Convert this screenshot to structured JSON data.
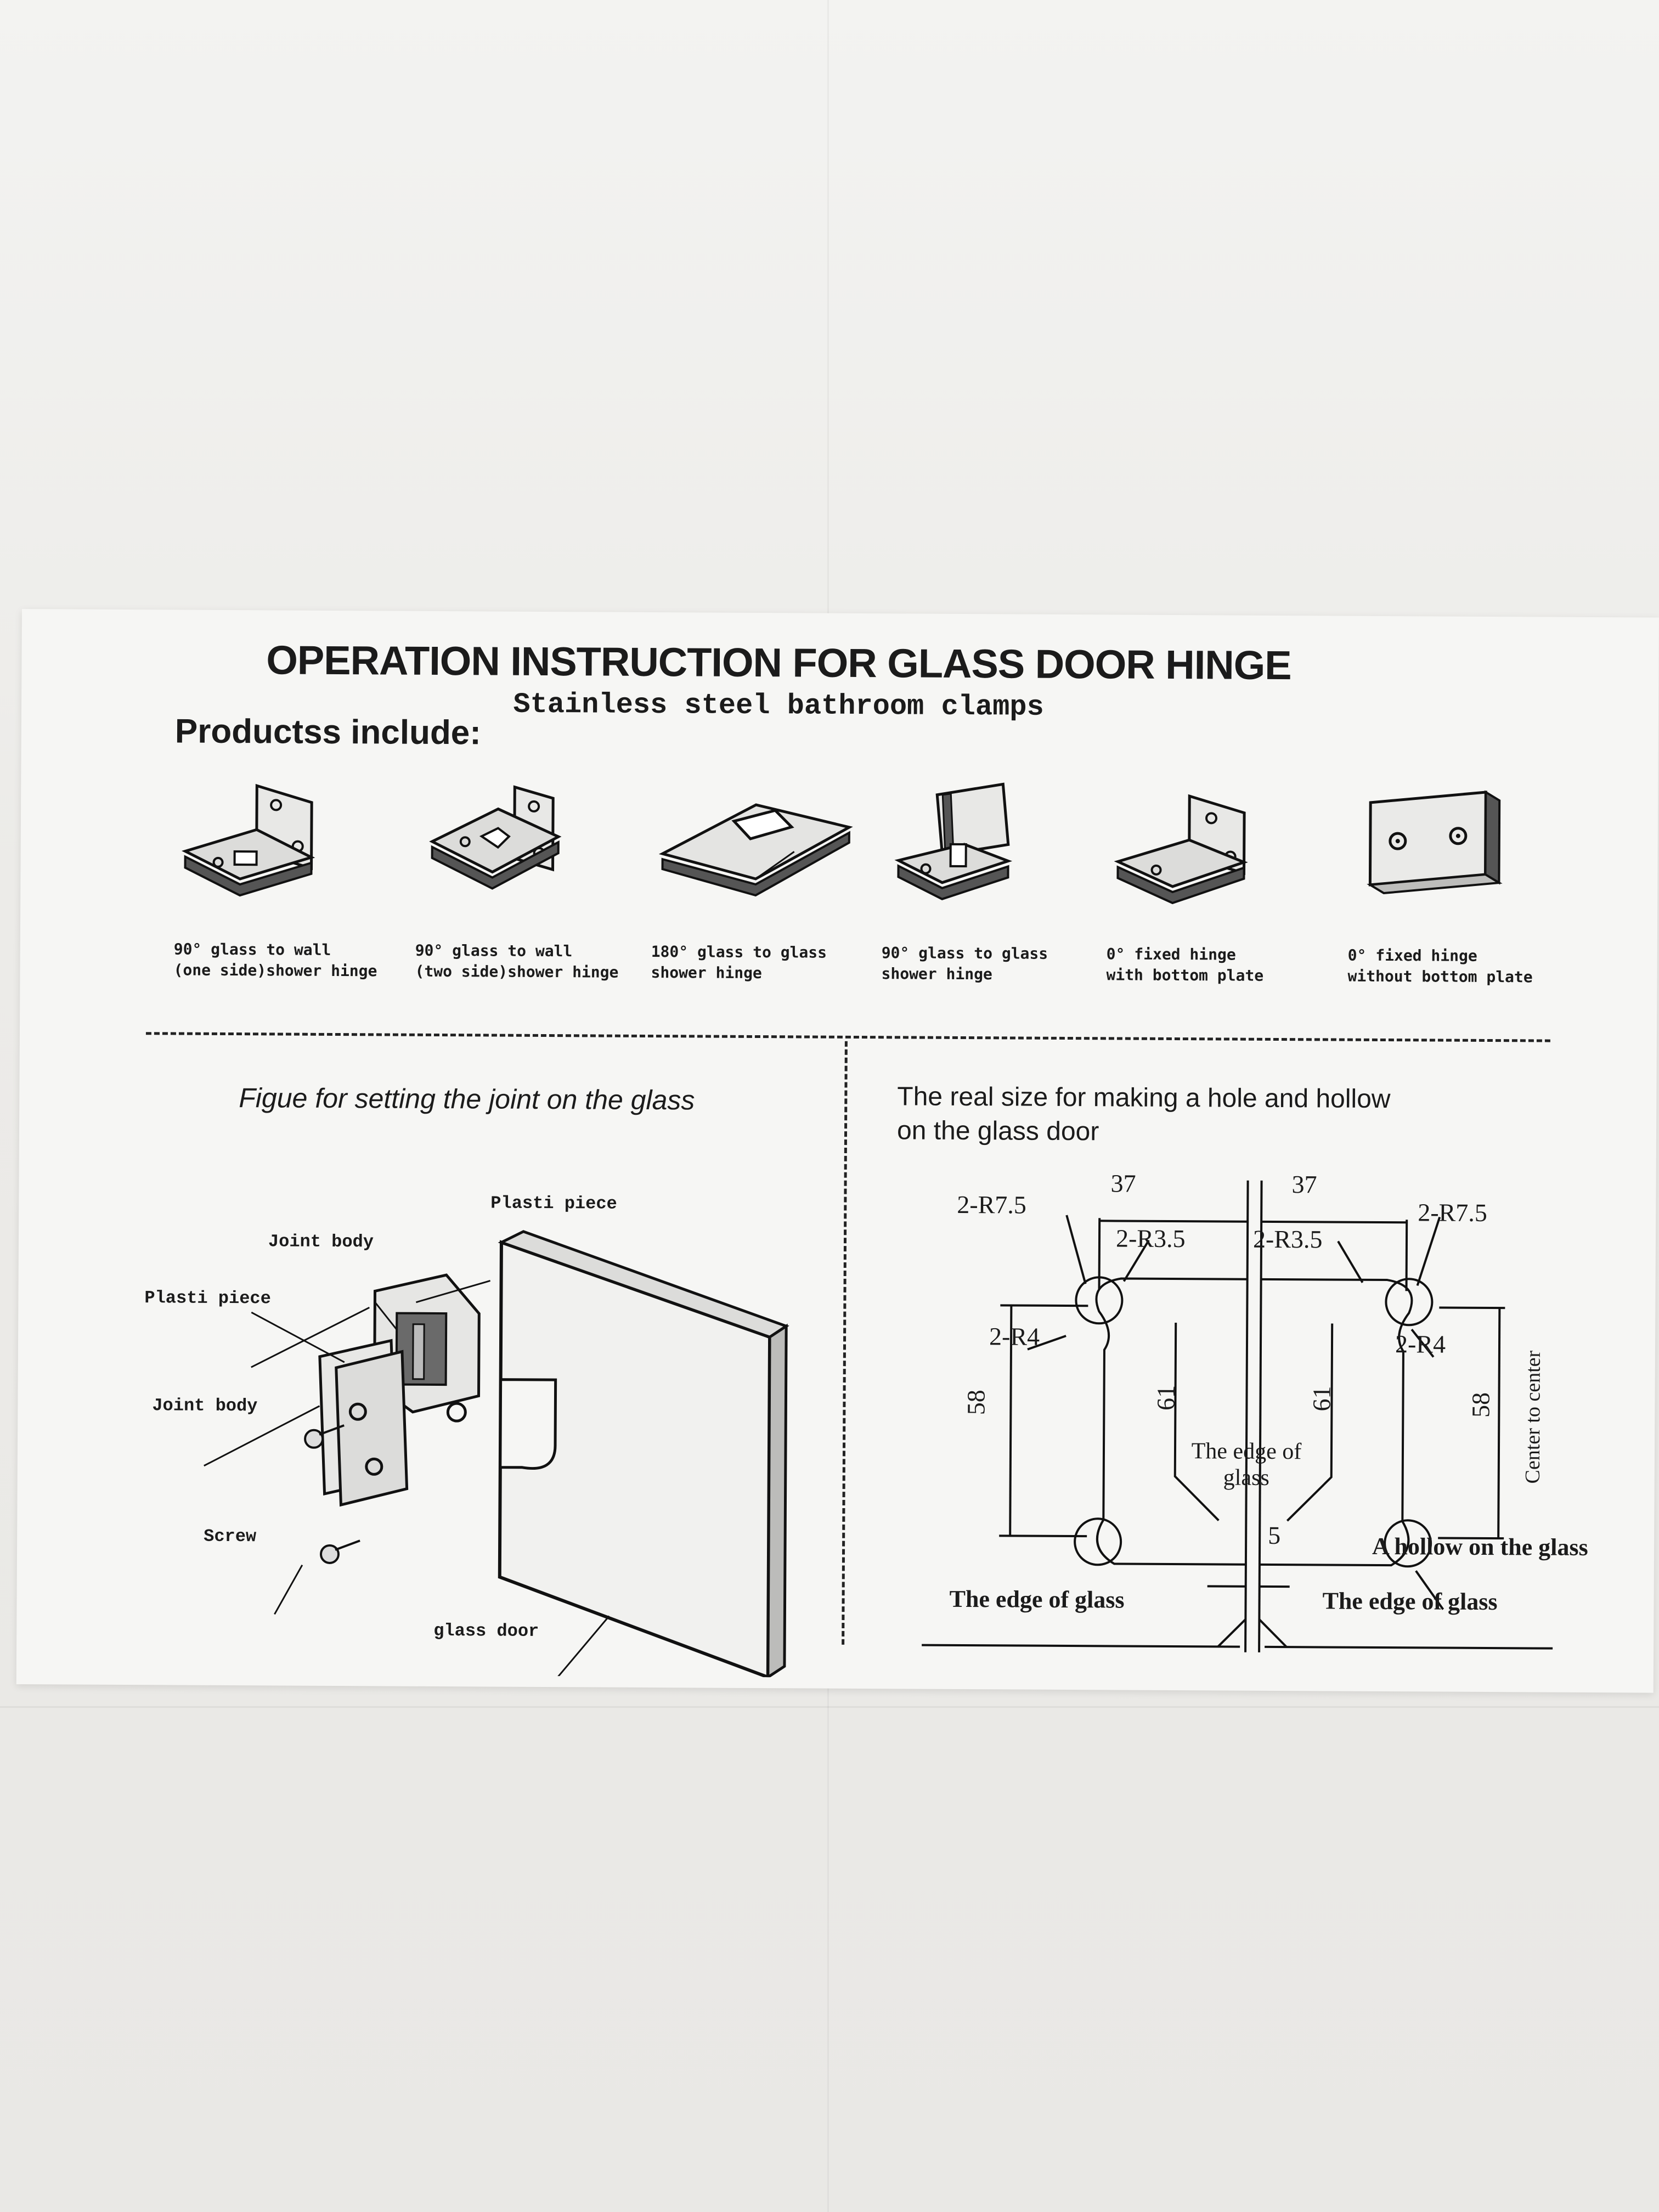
{
  "document": {
    "title": "OPERATION INSTRUCTION FOR GLASS DOOR HINGE",
    "subtitle": "Stainless steel bathroom clamps",
    "products_heading": "Productss include:"
  },
  "products": [
    {
      "icon": "hinge-90-one-side-icon",
      "line1": "90° glass to wall",
      "line2": "(one side)shower hinge"
    },
    {
      "icon": "hinge-90-two-side-icon",
      "line1": "90° glass to wall",
      "line2": "(two side)shower hinge"
    },
    {
      "icon": "hinge-180-icon",
      "line1": "180° glass to glass",
      "line2": "shower hinge"
    },
    {
      "icon": "hinge-90-glass-icon",
      "line1": "90° glass to glass",
      "line2": "shower hinge"
    },
    {
      "icon": "fixed-hinge-bottom-plate-icon",
      "line1": "0° fixed hinge",
      "line2": "with bottom plate"
    },
    {
      "icon": "fixed-hinge-no-plate-icon",
      "line1": "0° fixed hinge",
      "line2": "without bottom plate"
    }
  ],
  "left_figure": {
    "heading": "Figue for setting the joint on the glass",
    "labels": {
      "plasti_piece_top": "Plasti piece",
      "joint_body_top": "Joint body",
      "plasti_piece_left": "Plasti piece",
      "joint_body_left": "Joint body",
      "screw": "Screw",
      "glass_door": "glass door"
    }
  },
  "right_figure": {
    "heading_line1": "The real size for making a hole and hollow",
    "heading_line2": "on the glass door",
    "dims": {
      "left_width": "37",
      "right_width": "37",
      "r75_left": "2-R7.5",
      "r75_right": "2-R7.5",
      "r35_left": "2-R3.5",
      "r35_right": "2-R3.5",
      "r4_left": "2-R4",
      "r4_right": "2-R4",
      "h58_left": "58",
      "h61_left": "61",
      "h61_right": "61",
      "h58_right": "58",
      "gap": "5"
    },
    "labels": {
      "center_to_center": "Center to center",
      "edge_center_line1": "The edge of",
      "edge_center_line2": "glass",
      "hollow": "A hollow on the glass",
      "edge_left": "The edge of glass",
      "edge_right": "The edge of glass"
    }
  }
}
